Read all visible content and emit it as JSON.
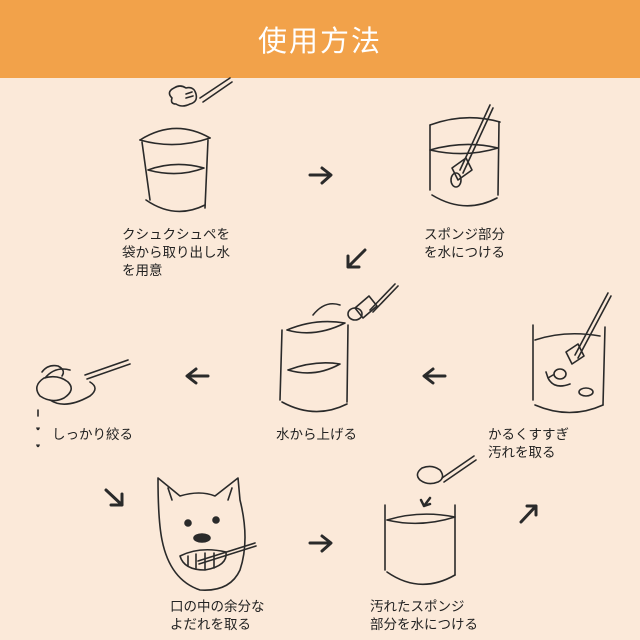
{
  "header": {
    "title": "使用方法",
    "background": "#f2a24a"
  },
  "background": "#fbe9d9",
  "steps": [
    {
      "id": 1,
      "caption": "クシュクシュペを\n袋から取り出し水\nを用意"
    },
    {
      "id": 2,
      "caption": "スポンジ部分\nを水につける"
    },
    {
      "id": 3,
      "caption": "水から上げる"
    },
    {
      "id": 4,
      "caption": "しっかり絞る"
    },
    {
      "id": 5,
      "caption": "口の中の余分な\nよだれを取る"
    },
    {
      "id": 6,
      "caption": "汚れたスポンジ\n部分を水につける"
    },
    {
      "id": 7,
      "caption": "かるくすすぎ\n汚れを取る"
    }
  ],
  "arrows": [
    {
      "from": 1,
      "to": 2,
      "direction": "right"
    },
    {
      "from": 2,
      "to": 3,
      "direction": "down-left"
    },
    {
      "from": 3,
      "to": 4,
      "direction": "left"
    },
    {
      "from": 4,
      "to": 5,
      "direction": "down-right"
    },
    {
      "from": 5,
      "to": 6,
      "direction": "right"
    },
    {
      "from": 6,
      "to": 7,
      "direction": "up-right"
    },
    {
      "from": 7,
      "to": 3,
      "direction": "left"
    }
  ]
}
